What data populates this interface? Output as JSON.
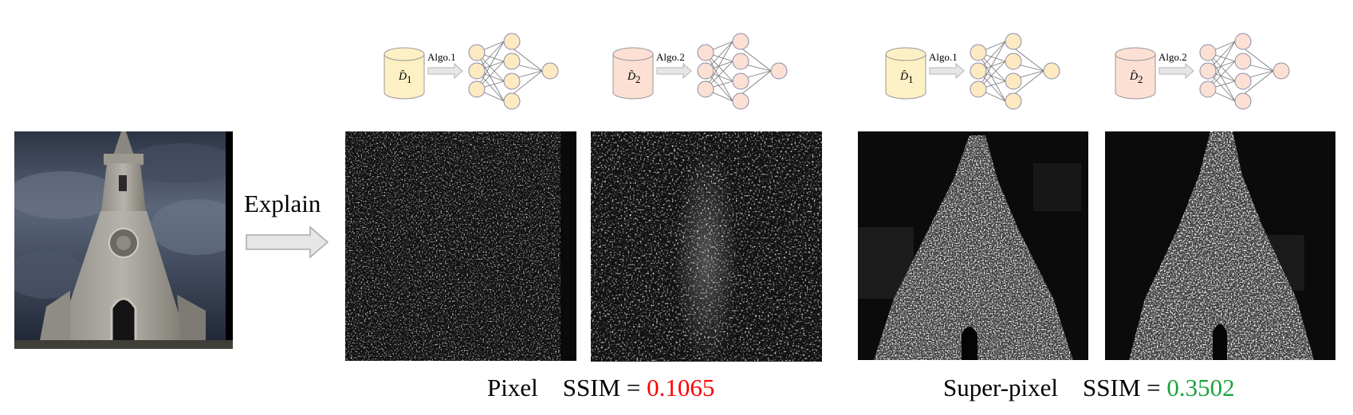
{
  "explain_label": "Explain",
  "pipelines": [
    {
      "db_letter": "D̂",
      "db_sub": "1",
      "algo": "Algo.1",
      "db_color": "#fdf0c4",
      "node_color": "#fde9c2"
    },
    {
      "db_letter": "D̂",
      "db_sub": "2",
      "algo": "Algo.2",
      "db_color": "#fce0d4",
      "node_color": "#fce0d4"
    },
    {
      "db_letter": "D̂",
      "db_sub": "1",
      "algo": "Algo.1",
      "db_color": "#fdf0c4",
      "node_color": "#fde9c2"
    },
    {
      "db_letter": "D̂",
      "db_sub": "2",
      "algo": "Algo.2",
      "db_color": "#fce0d4",
      "node_color": "#fce0d4"
    }
  ],
  "captions": {
    "pixel": {
      "label": "Pixel",
      "metric": "SSIM =",
      "value": "0.1065",
      "value_color": "#ff0000"
    },
    "superpixel": {
      "label": "Super-pixel",
      "metric": "SSIM =",
      "value": "0.3502",
      "value_color": "#1aa33c"
    }
  }
}
